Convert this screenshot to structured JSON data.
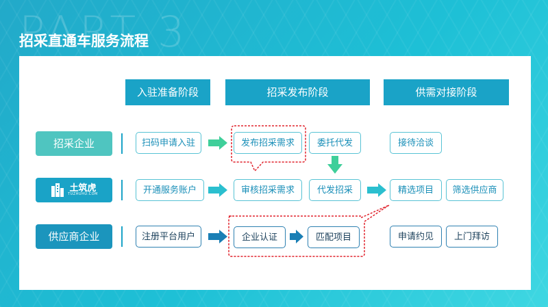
{
  "header": {
    "watermark": "PART 3",
    "title": "招采直通车服务流程"
  },
  "phases": [
    {
      "label": "入驻准备阶段"
    },
    {
      "label": "招采发布阶段"
    },
    {
      "label": "供需对接阶段"
    }
  ],
  "roles": {
    "buyer": "招采企业",
    "platform_logo": "土筑虎",
    "platform_logo_sub": "TUZHUHU.COM",
    "supplier": "供应商企业"
  },
  "rows": {
    "buyer": {
      "register": "扫码申请入驻",
      "publish": "发布招采需求",
      "delegate": "委托代发",
      "negotiate": "接待洽谈"
    },
    "platform": {
      "open_account": "开通服务账户",
      "review": "审核招采需求",
      "proxy_publish": "代发招采",
      "select_project": "精选项目",
      "screen_suppliers": "筛选供应商"
    },
    "supplier": {
      "register": "注册平台用户",
      "certify": "企业认证",
      "match": "匹配项目",
      "apply_meeting": "申请约见",
      "visit": "上门拜访"
    }
  },
  "colors": {
    "phase": "#1aa3c7",
    "buyer_role": "#4fc5c0",
    "supplier_role": "#1b95bd",
    "arrow_teal": "#2bbfcf",
    "arrow_green": "#3fcf9a",
    "arrow_blue": "#1a7fb5",
    "highlight_dash": "#e0202a"
  }
}
